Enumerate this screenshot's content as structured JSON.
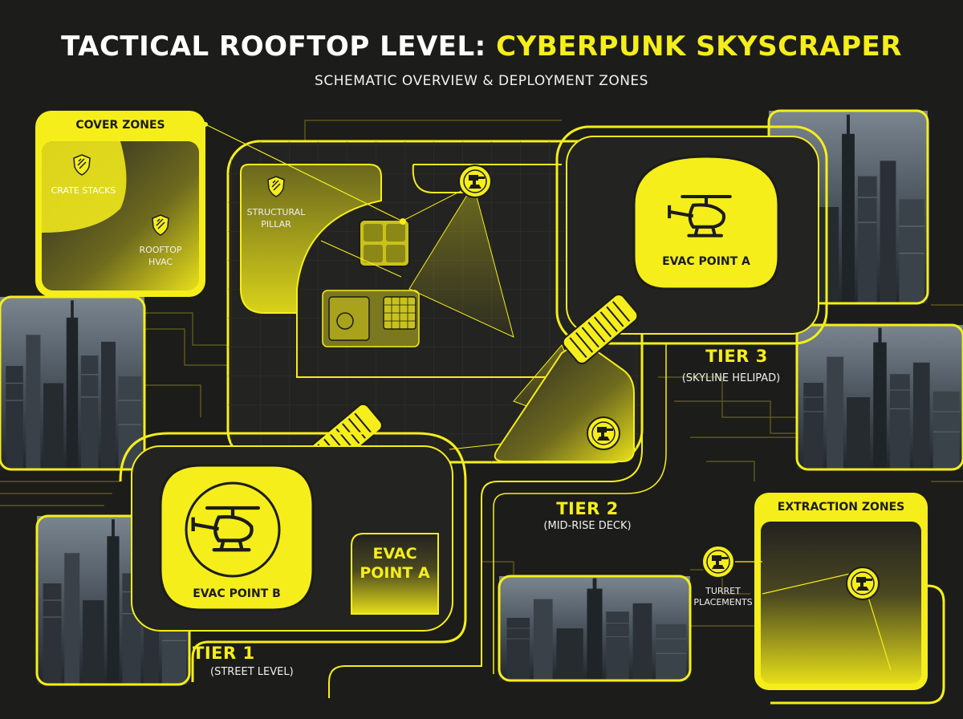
{
  "header": {
    "title_part1": "TACTICAL ROOFTOP LEVEL:",
    "title_part2": "CYBERPUNK SKYSCRAPER",
    "subtitle": "SCHEMATIC OVERVIEW & DEPLOYMENT ZONES"
  },
  "cover_panel": {
    "heading": "COVER ZONES",
    "items": [
      {
        "label": "CRATE STACKS",
        "icon": "shield-icon"
      },
      {
        "label_line1": "ROOFTOP",
        "label_line2": "HVAC",
        "icon": "shield-icon"
      }
    ]
  },
  "pillar": {
    "line1": "STRUCTURAL",
    "line2": "PILLAR",
    "icon": "shield-icon"
  },
  "tiers": [
    {
      "title": "TIER 1",
      "sub": "(STREET LEVEL)"
    },
    {
      "title": "TIER 2",
      "sub": "(MID-RISE DECK)"
    },
    {
      "title": "TIER 3",
      "sub": "(SKYLINE HELIPAD)"
    }
  ],
  "evac": {
    "top_right": "EVAC POINT A",
    "bottom_left": "EVAC POINT B",
    "side_line1": "EVAC",
    "side_line2": "POINT A"
  },
  "extraction": {
    "heading": "EXTRACTION ZONES"
  },
  "turret_note": {
    "line1": "TURRET",
    "line2": "PLACEMENTS"
  },
  "icons": [
    "helicopter-icon",
    "turret-icon",
    "shield-icon"
  ],
  "colors": {
    "accent": "#f5ee1a",
    "background": "#1c1c1a",
    "panel_dark": "#262624"
  }
}
